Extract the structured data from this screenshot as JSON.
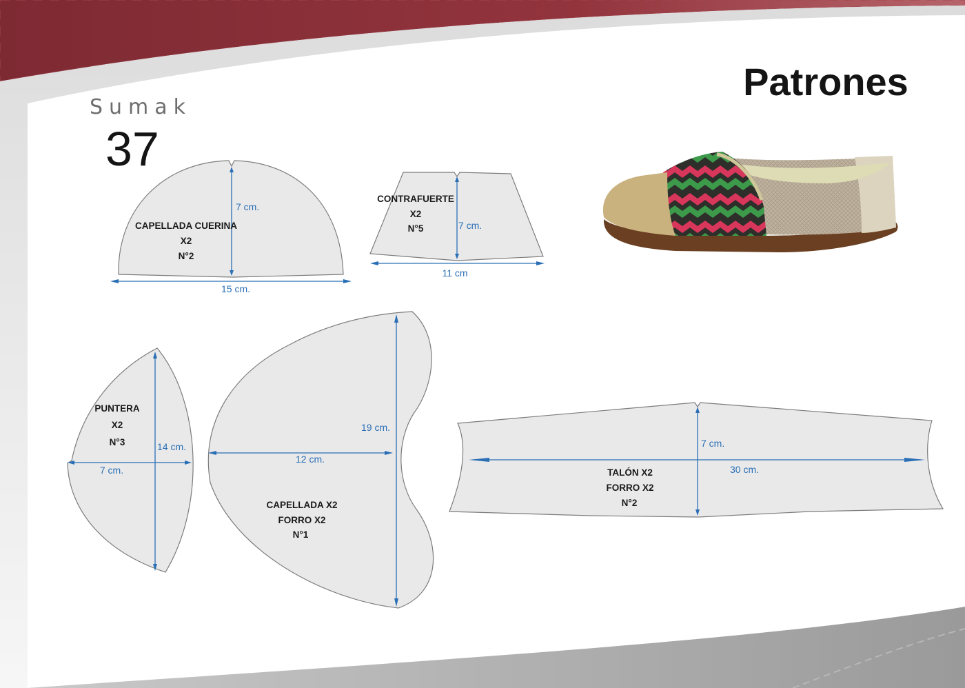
{
  "header": {
    "title": "Patrones",
    "brand": "Sumak",
    "size": "37"
  },
  "colors": {
    "banner": "#8a2f38",
    "measure": "#2a6fb5",
    "piece_fill": "#e9e9ea",
    "footer": "#a8a8a8"
  },
  "pieces": {
    "capellada_cuerina": {
      "lines": [
        "CAPELLADA CUERINA",
        "X2",
        "N°2"
      ],
      "height": "7 cm.",
      "width": "15 cm."
    },
    "contrafuerte": {
      "lines": [
        "CONTRAFUERTE",
        "X2",
        "N°5"
      ],
      "height": "7 cm.",
      "width": "11 cm"
    },
    "puntera": {
      "lines": [
        "PUNTERA",
        "X2",
        "N°3"
      ],
      "height": "14 cm.",
      "width": "7 cm."
    },
    "capellada_forro": {
      "lines": [
        "CAPELLADA X2",
        "FORRO X2",
        "N°1"
      ],
      "height": "19 cm.",
      "width": "12 cm."
    },
    "talon": {
      "lines": [
        "TALÓN X2",
        "FORRO X2",
        "N°2"
      ],
      "height": "7 cm.",
      "width": "30 cm."
    }
  },
  "illustration": {
    "icon": "shoe-illustration"
  }
}
